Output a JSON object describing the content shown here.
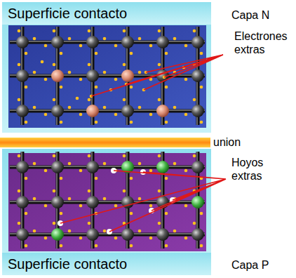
{
  "diagram": {
    "nodes": [
      {
        "text": [
          "Superficie contacto"
        ]
      },
      {
        "text": [
          "Superficie contacto"
        ]
      }
    ],
    "labels": [
      "Capa N",
      "Electrones extras",
      "union",
      "Hoyos extras",
      "Capa P"
    ]
  }
}
